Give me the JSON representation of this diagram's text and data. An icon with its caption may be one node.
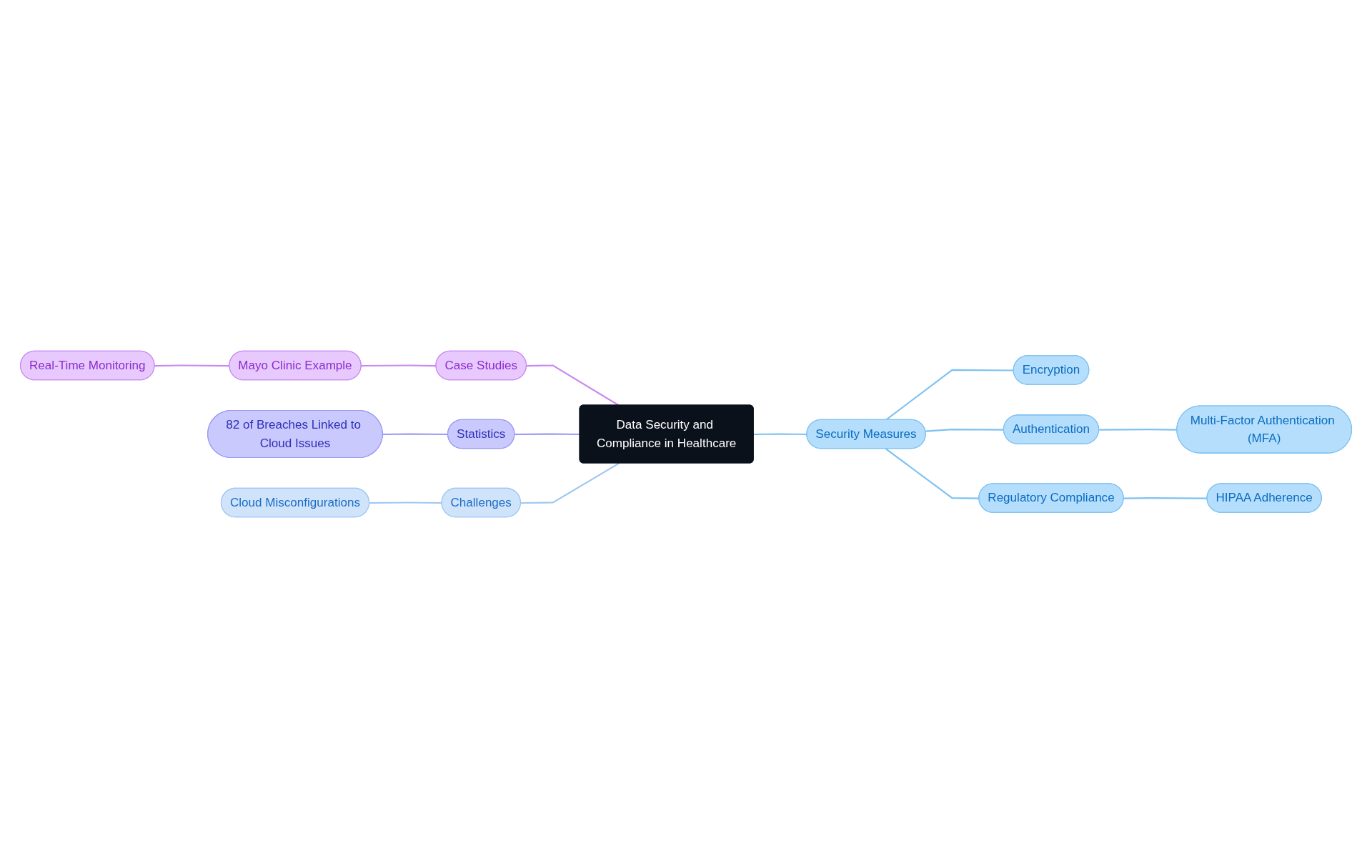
{
  "diagram": {
    "nodes": [
      {
        "text": [
          "Data Security and Compliance in Healthcare"
        ]
      },
      {
        "text": [
          "Case Studies"
        ]
      },
      {
        "text": [
          "Mayo Clinic Example"
        ]
      },
      {
        "text": [
          "Real-Time Monitoring"
        ]
      },
      {
        "text": [
          "Statistics"
        ]
      },
      {
        "text": [
          "82 of Breaches Linked to Cloud Issues"
        ]
      },
      {
        "text": [
          "Challenges"
        ]
      },
      {
        "text": [
          "Cloud Misconfigurations"
        ]
      },
      {
        "text": [
          "Security Measures"
        ]
      },
      {
        "text": [
          "Encryption"
        ]
      },
      {
        "text": [
          "Authentication"
        ]
      },
      {
        "text": [
          "Multi-Factor Authentication (MFA)"
        ]
      },
      {
        "text": [
          "Regulatory Compliance"
        ]
      },
      {
        "text": [
          "HIPAA Adherence"
        ]
      }
    ],
    "edges": [
      {
        "from": 0,
        "to": 1,
        "arrow": "none",
        "color": "#c98af0"
      },
      {
        "from": 1,
        "to": 2,
        "arrow": "none",
        "color": "#c98af0"
      },
      {
        "from": 2,
        "to": 3,
        "arrow": "none",
        "color": "#c98af0"
      },
      {
        "from": 0,
        "to": 4,
        "arrow": "none",
        "color": "#9a9af2"
      },
      {
        "from": 4,
        "to": 5,
        "arrow": "none",
        "color": "#9a9af2"
      },
      {
        "from": 0,
        "to": 6,
        "arrow": "none",
        "color": "#9ec6f2"
      },
      {
        "from": 6,
        "to": 7,
        "arrow": "none",
        "color": "#9ec6f2"
      },
      {
        "from": 0,
        "to": 8,
        "arrow": "none"
      },
      {
        "from": 8,
        "to": 9,
        "arrow": "none"
      },
      {
        "from": 8,
        "to": 10,
        "arrow": "none"
      },
      {
        "from": 10,
        "to": 11,
        "arrow": "none"
      },
      {
        "from": 8,
        "to": 12,
        "arrow": "none"
      },
      {
        "from": 12,
        "to": 13,
        "arrow": "none"
      }
    ]
  }
}
